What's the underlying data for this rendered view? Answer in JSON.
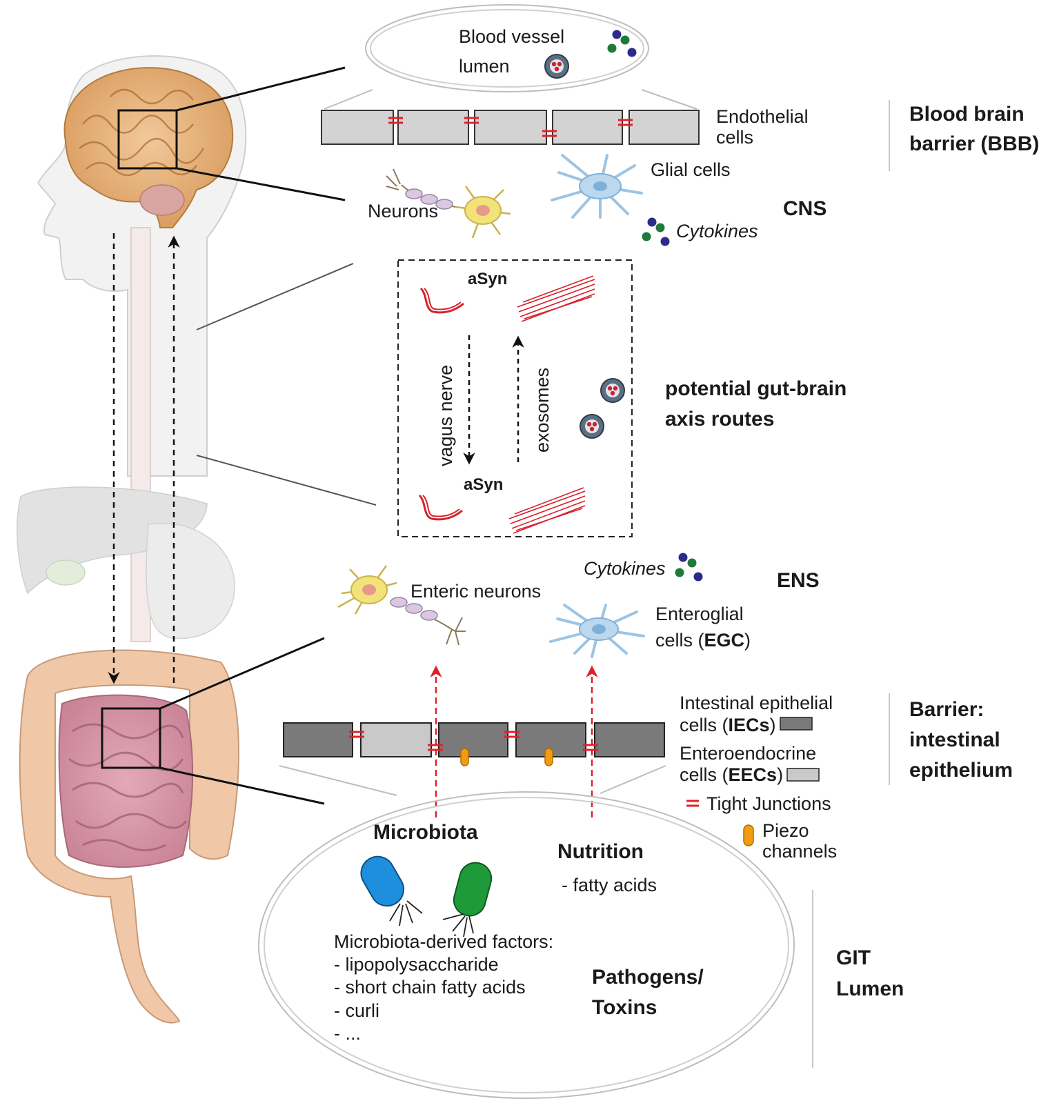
{
  "bbb": {
    "vessel_line1": "Blood vessel",
    "vessel_line2": "lumen",
    "endothelial_line1": "Endothelial",
    "endothelial_line2": "cells",
    "section_line1": "Blood brain",
    "section_line2": "barrier (BBB)"
  },
  "cns": {
    "neurons": "Neurons",
    "glial": "Glial cells",
    "cytokines": "Cytokines",
    "section": "CNS"
  },
  "routes": {
    "asyn_top": "aSyn",
    "asyn_bottom": "aSyn",
    "vagus": "vagus nerve",
    "exosomes": "exosomes",
    "section_line1": "potential gut-brain",
    "section_line2": "axis routes"
  },
  "ens": {
    "enteric_neurons": "Enteric neurons",
    "cytokines": "Cytokines",
    "egc_line1": "Enteroglial",
    "egc_line2_prefix": "cells (",
    "egc_abbr": "EGC",
    "egc_line2_suffix": ")",
    "section": "ENS"
  },
  "barrier": {
    "iec_line1": "Intestinal epithelial",
    "iec_line2_prefix": "cells (",
    "iec_abbr": "IECs",
    "iec_line2_suffix": ")",
    "eec_line1": "Enteroendocrine",
    "eec_line2_prefix": "cells (",
    "eec_abbr": "EECs",
    "eec_line2_suffix": ")",
    "tight": "Tight Junctions",
    "piezo_line1": "Piezo",
    "piezo_line2": "channels",
    "section_line1": "Barrier:",
    "section_line2": "intestinal",
    "section_line3": "epithelium"
  },
  "git": {
    "microbiota": "Microbiota",
    "nutrition": "Nutrition",
    "fatty_acids": "- fatty acids",
    "factors_title": "Microbiota-derived factors:",
    "factor1": "- lipopolysaccharide",
    "factor2": "- short chain fatty acids",
    "factor3": "- curli",
    "factor4": "- ...",
    "pathogens_line1": "Pathogens/",
    "pathogens_line2": "Toxins",
    "section_line1": "GIT",
    "section_line2": "Lumen"
  },
  "colors": {
    "tight_junction": "#e02027",
    "iec_cell": "#7a7a7a",
    "eec_cell": "#c9c9c9",
    "endothelial_cell": "#d3d3d3",
    "piezo": "#f39c12",
    "cytokine_blue": "#2e2a8a",
    "cytokine_green": "#1f7a3a",
    "bacterium_blue": "#1d8fdc",
    "bacterium_green": "#1f9a3a"
  }
}
